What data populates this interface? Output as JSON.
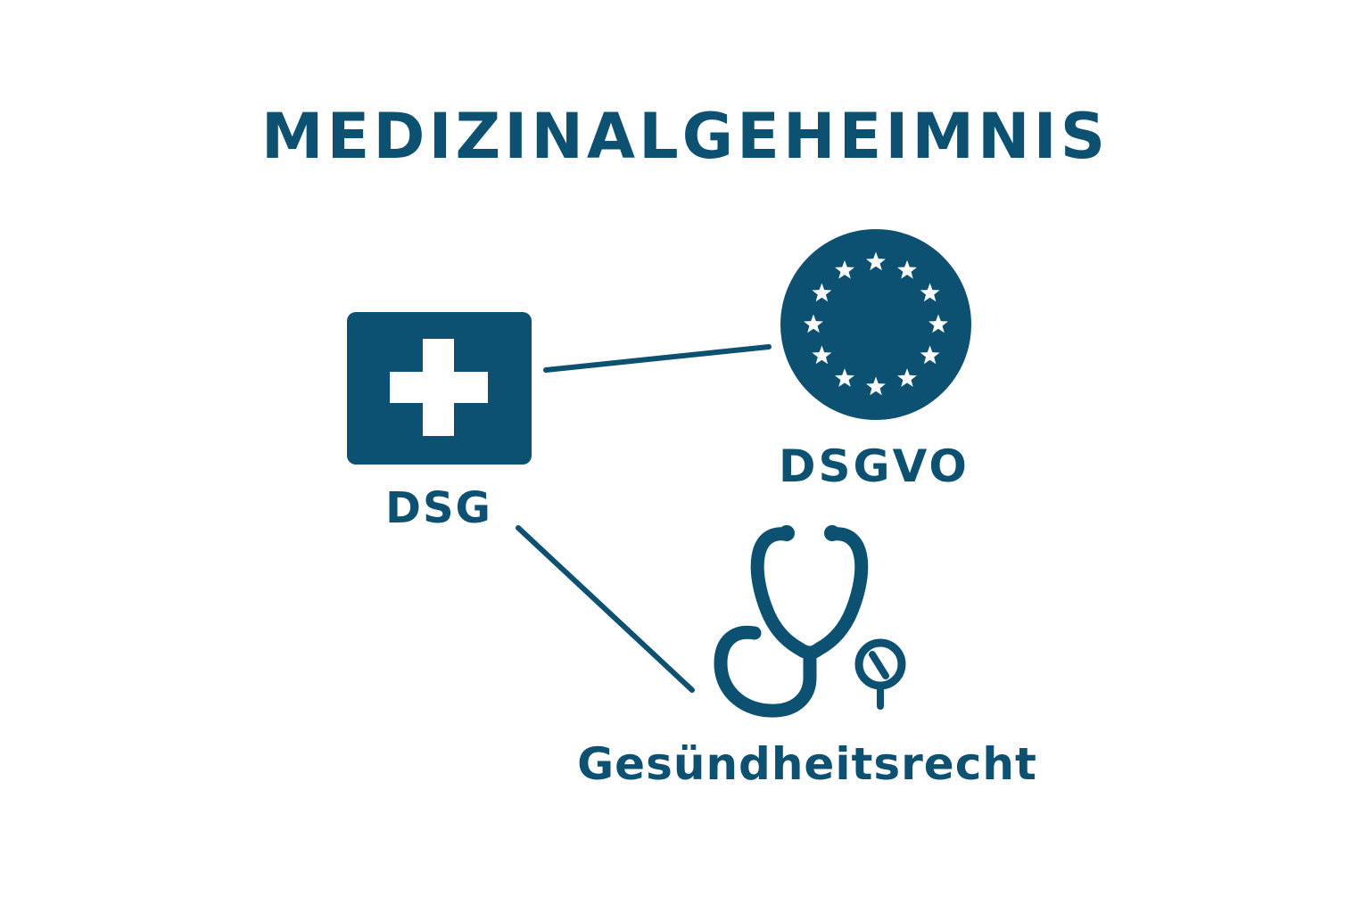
{
  "colors": {
    "primary": "#0d5172",
    "background": "#ffffff",
    "icon_fill": "#ffffff"
  },
  "title": "MEDIZINALGEHEIMNIS",
  "nodes": {
    "dsg": {
      "label": "DSG",
      "icon": "swiss-cross-icon"
    },
    "dsgvo": {
      "label": "DSGVO",
      "icon": "eu-flag-icon"
    },
    "gesundheitsrecht": {
      "label": "Gesündheitsrecht",
      "icon": "stethoscope-icon"
    }
  },
  "connections": [
    {
      "from": "dsg",
      "to": "dsgvo"
    },
    {
      "from": "dsg",
      "to": "gesundheitsrecht"
    }
  ]
}
